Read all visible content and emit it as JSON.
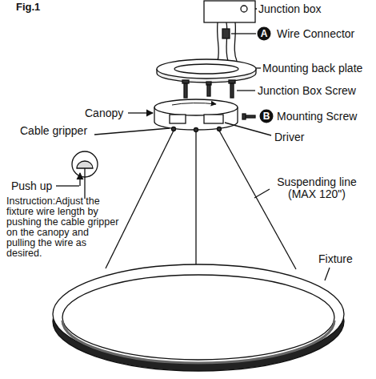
{
  "diagram": {
    "title": "Fig.1",
    "nodes": [
      {
        "text": [
          "A"
        ]
      },
      {
        "text": [
          "B"
        ]
      }
    ],
    "labels": [
      "Junction box",
      "Wire Connector",
      "Mounting back plate",
      "Junction Box Screw",
      "Canopy",
      "Mounting Screw",
      "Driver",
      "Cable gripper",
      "Push up",
      "Instruction:Adjust the fixture wire length by pushing the cable gripper on the canopy and pulling the wire as desired.",
      "Suspending line (MAX 120\")",
      "Fixture"
    ]
  }
}
